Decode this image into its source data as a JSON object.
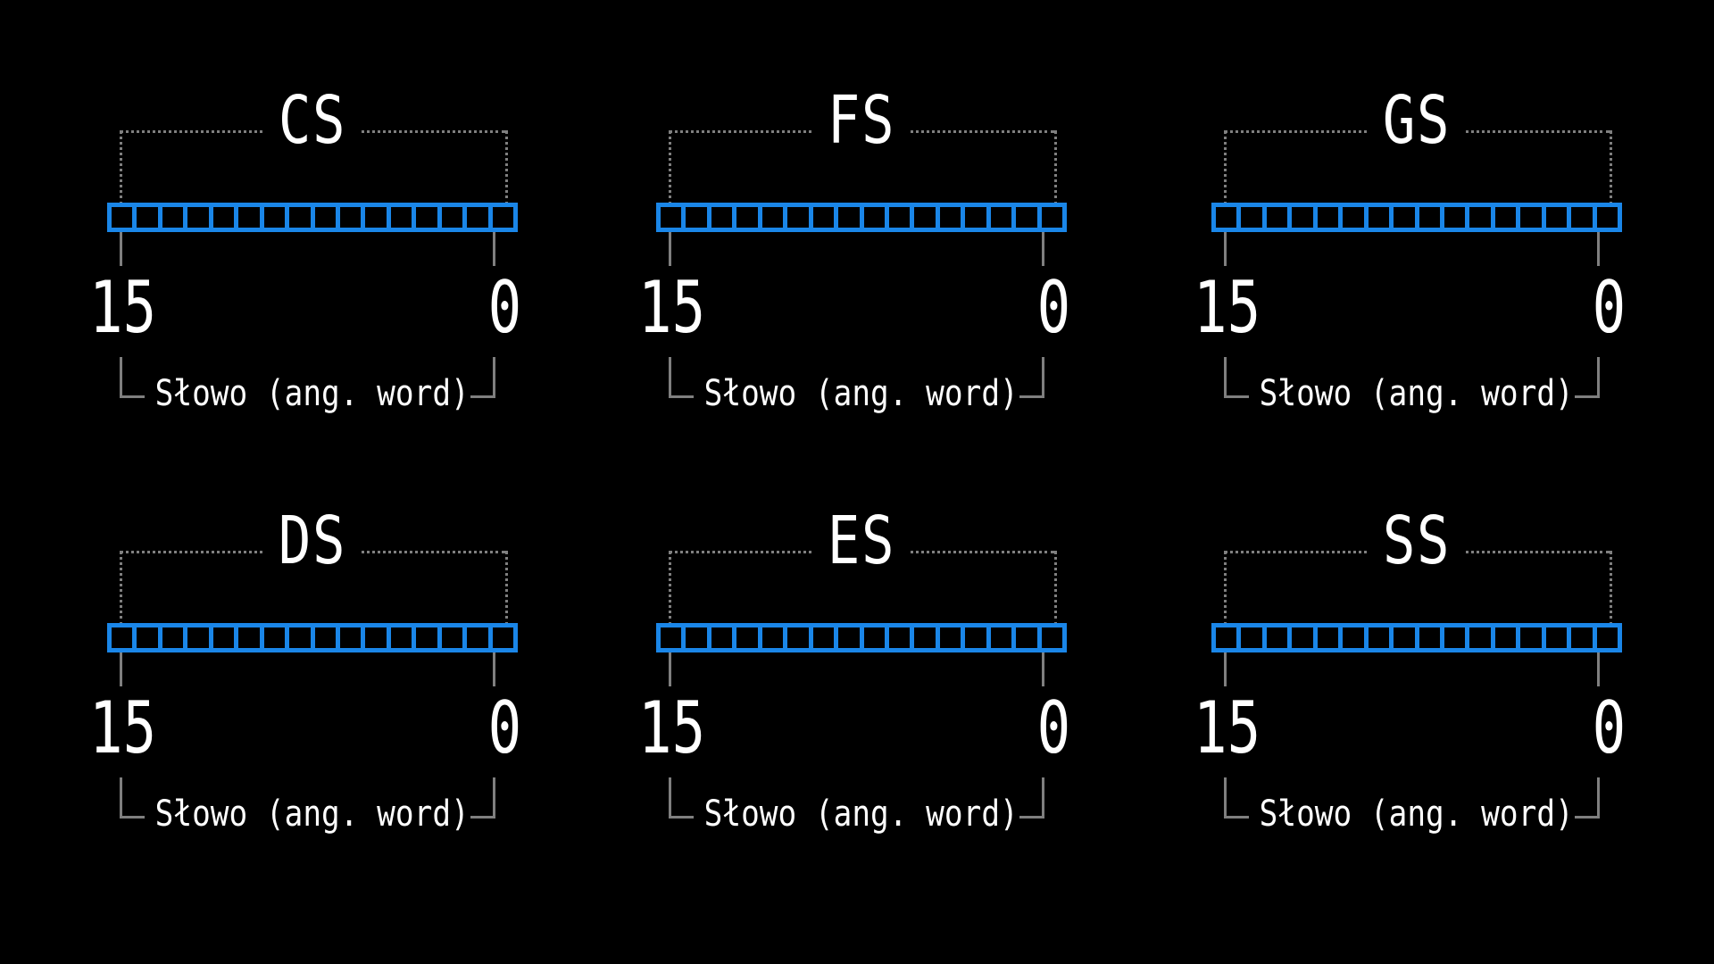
{
  "word_label": "Słowo (ang. word)",
  "high_bit": "15",
  "low_bit": "0",
  "bit_count": 16,
  "colors": {
    "background": "#000000",
    "register": "#1a86e8",
    "bracket": "#7f7f7f",
    "text": "#ffffff"
  },
  "registers": [
    {
      "name": "CS"
    },
    {
      "name": "FS"
    },
    {
      "name": "GS"
    },
    {
      "name": "DS"
    },
    {
      "name": "ES"
    },
    {
      "name": "SS"
    }
  ]
}
